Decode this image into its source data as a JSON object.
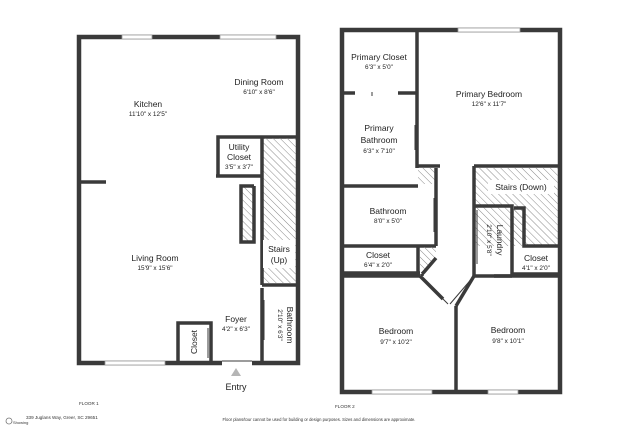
{
  "floor1": {
    "label": "FLOOR 1",
    "rooms": {
      "kitchen": {
        "name": "Kitchen",
        "dims": "11'10\" x 12'5\""
      },
      "dining": {
        "name": "Dining Room",
        "dims": "6'10\" x 8'6\""
      },
      "utility": {
        "name_line1": "Utility",
        "name_line2": "Closet",
        "dims": "3'5\" x 3'7\""
      },
      "living": {
        "name": "Living Room",
        "dims": "15'9\" x 15'6\""
      },
      "stairs_up": {
        "name_line1": "Stairs",
        "name_line2": "(Up)"
      },
      "foyer": {
        "name": "Foyer",
        "dims": "4'2\" x 6'3\""
      },
      "bathroom": {
        "name": "Bathroom",
        "dims": "2'10\" x 6'3\""
      },
      "closet": {
        "name": "Closet"
      }
    },
    "entry": "Entry"
  },
  "floor2": {
    "label": "FLOOR 2",
    "rooms": {
      "primary_closet": {
        "name": "Primary Closet",
        "dims": "6'3\" x 5'0\""
      },
      "primary_bedroom": {
        "name": "Primary Bedroom",
        "dims": "12'6\" x 11'7\""
      },
      "primary_bath": {
        "name_line1": "Primary",
        "name_line2": "Bathroom",
        "dims": "6'3\" x 7'10\""
      },
      "stairs_down": {
        "name": "Stairs (Down)"
      },
      "bathroom": {
        "name": "Bathroom",
        "dims": "8'0\" x 5'0\""
      },
      "laundry": {
        "name": "Laundry",
        "dims": "2'10\" x 5'8\""
      },
      "closet_left": {
        "name": "Closet",
        "dims": "6'4\" x 2'0\""
      },
      "closet_right": {
        "name": "Closet",
        "dims": "4'1\" x 2'0\""
      },
      "bedroom1": {
        "name": "Bedroom",
        "dims": "9'7\" x 10'2\""
      },
      "bedroom2": {
        "name": "Bedroom",
        "dims": "9'8\" x 10'1\""
      }
    }
  },
  "footer": {
    "address": "339 Juglans Way, Greer, SC 29651",
    "disclaimer": "Floor plans/tour cannot be used for building or design purposes. Sizes and dimensions are approximate.",
    "logo_text": "Showing"
  },
  "colors": {
    "wall": "#3a3a3a",
    "hatch": "#8a8a8a",
    "background": "#ffffff"
  }
}
